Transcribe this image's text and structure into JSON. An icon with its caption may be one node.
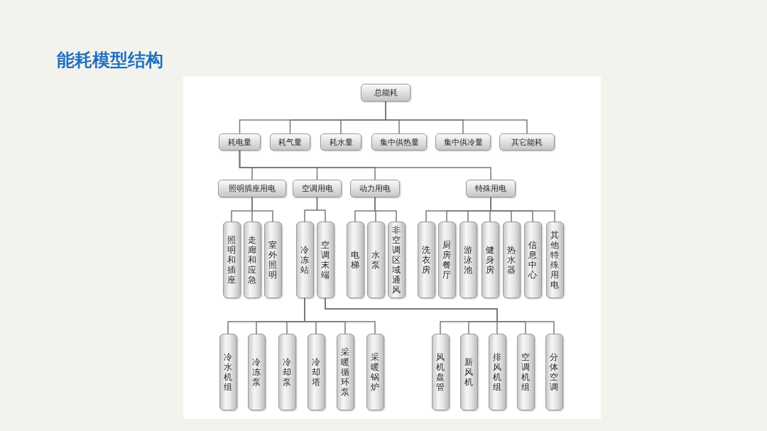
{
  "diagram": {
    "title": "能耗模型结构",
    "nodes": [
      {
        "text": [
          "总能耗"
        ]
      },
      {
        "text": [
          "耗电量"
        ]
      },
      {
        "text": [
          "耗气量"
        ]
      },
      {
        "text": [
          "耗水量"
        ]
      },
      {
        "text": [
          "集中供热量"
        ]
      },
      {
        "text": [
          "集中供冷量"
        ]
      },
      {
        "text": [
          "其它能耗"
        ]
      },
      {
        "text": [
          "照明插座用电"
        ]
      },
      {
        "text": [
          "空调用电"
        ]
      },
      {
        "text": [
          "动力用电"
        ]
      },
      {
        "text": [
          "特殊用电"
        ]
      },
      {
        "text": [
          "照明和插座"
        ]
      },
      {
        "text": [
          "走廊和应急"
        ]
      },
      {
        "text": [
          "室外照明"
        ]
      },
      {
        "text": [
          "冷冻站"
        ]
      },
      {
        "text": [
          "空调末端"
        ]
      },
      {
        "text": [
          "电梯"
        ]
      },
      {
        "text": [
          "水泵"
        ]
      },
      {
        "text": [
          "非空调区域通风"
        ]
      },
      {
        "text": [
          "洗衣房"
        ]
      },
      {
        "text": [
          "厨房餐厅"
        ]
      },
      {
        "text": [
          "游泳池"
        ]
      },
      {
        "text": [
          "健身房"
        ]
      },
      {
        "text": [
          "热水器"
        ]
      },
      {
        "text": [
          "信息中心"
        ]
      },
      {
        "text": [
          "其他特殊用电"
        ]
      },
      {
        "text": [
          "冷水机组"
        ]
      },
      {
        "text": [
          "冷冻泵"
        ]
      },
      {
        "text": [
          "冷却泵"
        ]
      },
      {
        "text": [
          "冷却塔"
        ]
      },
      {
        "text": [
          "采暖循环泵"
        ]
      },
      {
        "text": [
          "采暖锅炉"
        ]
      },
      {
        "text": [
          "风机盘管"
        ]
      },
      {
        "text": [
          "新风机"
        ]
      },
      {
        "text": [
          "排风机组"
        ]
      },
      {
        "text": [
          "空调机组"
        ]
      },
      {
        "text": [
          "分体空调"
        ]
      }
    ],
    "edges": [
      {
        "from": 0,
        "to": 1,
        "arrow": "none"
      },
      {
        "from": 0,
        "to": 2,
        "arrow": "none"
      },
      {
        "from": 0,
        "to": 3,
        "arrow": "none"
      },
      {
        "from": 0,
        "to": 4,
        "arrow": "none"
      },
      {
        "from": 0,
        "to": 5,
        "arrow": "none"
      },
      {
        "from": 0,
        "to": 6,
        "arrow": "none"
      },
      {
        "from": 1,
        "to": 7,
        "arrow": "none"
      },
      {
        "from": 1,
        "to": 8,
        "arrow": "none"
      },
      {
        "from": 1,
        "to": 9,
        "arrow": "none"
      },
      {
        "from": 1,
        "to": 10,
        "arrow": "none"
      },
      {
        "from": 7,
        "to": 11,
        "arrow": "none"
      },
      {
        "from": 7,
        "to": 12,
        "arrow": "none"
      },
      {
        "from": 7,
        "to": 13,
        "arrow": "none"
      },
      {
        "from": 8,
        "to": 14,
        "arrow": "none"
      },
      {
        "from": 8,
        "to": 15,
        "arrow": "none"
      },
      {
        "from": 9,
        "to": 16,
        "arrow": "none"
      },
      {
        "from": 9,
        "to": 17,
        "arrow": "none"
      },
      {
        "from": 9,
        "to": 18,
        "arrow": "none"
      },
      {
        "from": 10,
        "to": 19,
        "arrow": "none"
      },
      {
        "from": 10,
        "to": 20,
        "arrow": "none"
      },
      {
        "from": 10,
        "to": 21,
        "arrow": "none"
      },
      {
        "from": 10,
        "to": 22,
        "arrow": "none"
      },
      {
        "from": 10,
        "to": 23,
        "arrow": "none"
      },
      {
        "from": 10,
        "to": 24,
        "arrow": "none"
      },
      {
        "from": 10,
        "to": 25,
        "arrow": "none"
      },
      {
        "from": 14,
        "to": 26,
        "arrow": "none"
      },
      {
        "from": 14,
        "to": 27,
        "arrow": "none"
      },
      {
        "from": 14,
        "to": 28,
        "arrow": "none"
      },
      {
        "from": 14,
        "to": 29,
        "arrow": "none"
      },
      {
        "from": 14,
        "to": 30,
        "arrow": "none"
      },
      {
        "from": 14,
        "to": 31,
        "arrow": "none"
      },
      {
        "from": 15,
        "to": 32,
        "arrow": "none"
      },
      {
        "from": 15,
        "to": 33,
        "arrow": "none"
      },
      {
        "from": 15,
        "to": 34,
        "arrow": "none"
      },
      {
        "from": 15,
        "to": 35,
        "arrow": "none"
      },
      {
        "from": 15,
        "to": 36,
        "arrow": "none"
      }
    ]
  }
}
